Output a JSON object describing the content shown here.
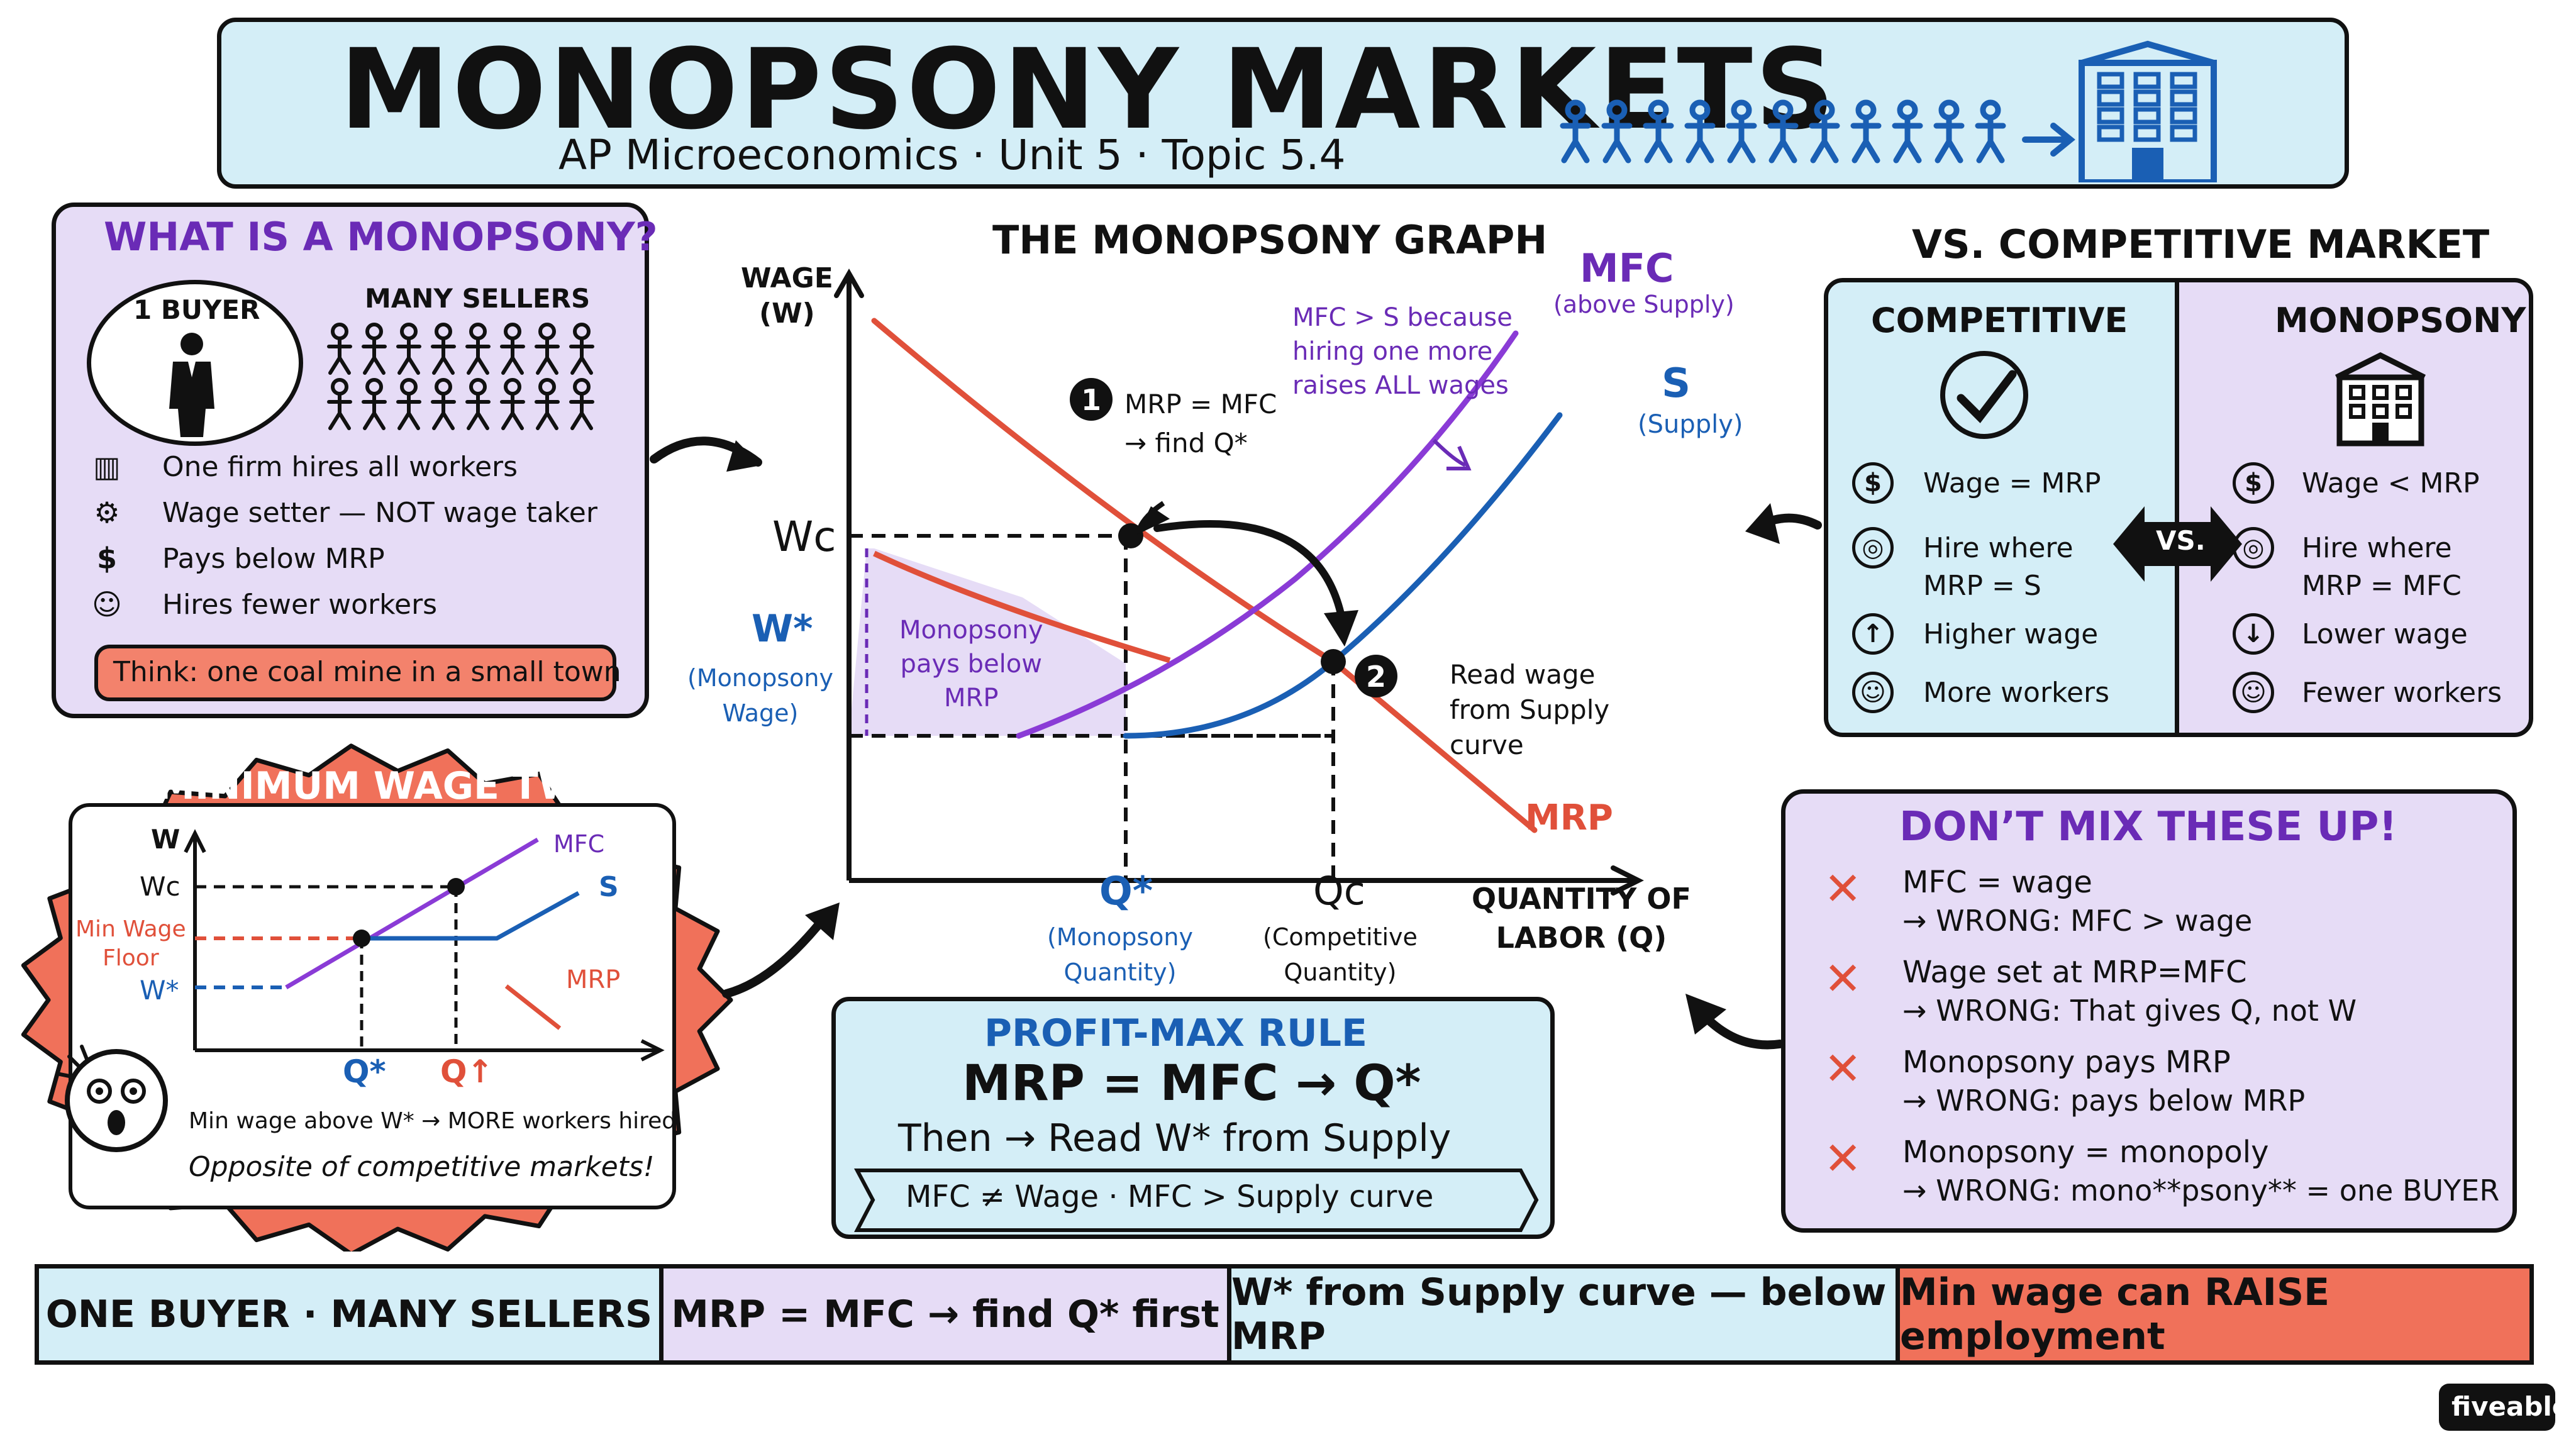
{
  "header": {
    "title": "MONOPSONY MARKETS",
    "subtitle": "AP Microeconomics · Unit 5 · Topic 5.4",
    "icon_name": "workers-to-factory-icon"
  },
  "what_is": {
    "heading": "WHAT IS A MONOPSONY?",
    "buyer_label": "1 BUYER",
    "sellers_label": "MANY SELLERS",
    "items": [
      {
        "icon": "factory-icon",
        "text": "One firm hires all workers"
      },
      {
        "icon": "gear-icon",
        "text": "Wage setter — NOT wage taker"
      },
      {
        "icon": "dollar-icon",
        "text": "Pays below MRP"
      },
      {
        "icon": "people-icon",
        "text": "Hires fewer workers"
      }
    ],
    "think": "Think: one coal mine in a small town"
  },
  "graph": {
    "title": "THE MONOPSONY GRAPH",
    "y_axis": "WAGE\n(W)",
    "x_axis": "QUANTITY OF\nLABOR (Q)",
    "wc": "Wc",
    "wstar": "W*",
    "wstar_note": "(Monopsony\nWage)",
    "qstar": "Q*",
    "qstar_note": "(Monopsony\nQuantity)",
    "qc": "Qc",
    "qc_note": "(Competitive\nQuantity)",
    "mfc_label": "MFC",
    "mfc_note": "(above Supply)",
    "s_label": "S",
    "s_note": "(Supply)",
    "mrp_label": "MRP",
    "mfc_reason": "MFC > S because\nhiring one more\nraises ALL wages",
    "step1_num": "1",
    "step1": "MRP = MFC\n→ find Q*",
    "step2_num": "2",
    "step2": "Read wage\nfrom Supply\ncurve",
    "shade_note": "Monopsony\npays below\nMRP"
  },
  "compare": {
    "heading": "VS. COMPETITIVE MARKET",
    "vs": "VS.",
    "competitive": {
      "title": "COMPETITIVE",
      "icon": "checkmark-icon",
      "rows": [
        "Wage = MRP",
        "Hire where\nMRP = S",
        "Higher wage",
        "More workers"
      ]
    },
    "monopsony": {
      "title": "MONOPSONY",
      "icon": "factory-icon",
      "rows": [
        "Wage < MRP",
        "Hire where\nMRP = MFC",
        "Lower wage",
        "Fewer workers"
      ]
    }
  },
  "min_wage": {
    "heading": "→MINIMUM WAGE TWIST",
    "w": "W",
    "wc": "Wc",
    "wstar": "W*",
    "floor": "Min Wage\nFloor",
    "mfc": "MFC",
    "s": "S",
    "mrp": "MRP",
    "qstar": "Q*",
    "qup": "Q↑",
    "note1": "Min wage above W* → MORE workers hired",
    "note2": "Opposite of competitive markets!"
  },
  "profit_max": {
    "heading": "PROFIT-MAX RULE",
    "rule": "MRP = MFC → Q*",
    "then": "Then → Read W* from Supply",
    "banner": "MFC ≠ Wage · MFC > Supply curve"
  },
  "mixups": {
    "heading": "DON’T MIX THESE UP!",
    "items": [
      {
        "claim": "MFC = wage",
        "fix": "→ WRONG: MFC > wage"
      },
      {
        "claim": "Wage set at MRP=MFC",
        "fix": "→ WRONG: That gives Q, not W"
      },
      {
        "claim": "Monopsony pays MRP",
        "fix": "→ WRONG: pays below MRP"
      },
      {
        "claim": "Monopsony = monopoly",
        "fix": "→ WRONG: mono**psony** = one BUYER"
      }
    ]
  },
  "footer": [
    "ONE BUYER · MANY SELLERS",
    "MRP = MFC → find Q* first",
    "W* from Supply curve — below MRP",
    "Min wage can RAISE employment"
  ],
  "brand": "fiveable",
  "colors": {
    "light_blue": "#d4eef7",
    "lavender": "#e6dcf6",
    "coral": "#f0715a",
    "purple": "#6a2bb6",
    "blue": "#1a5fb4",
    "red": "#e0503a"
  }
}
